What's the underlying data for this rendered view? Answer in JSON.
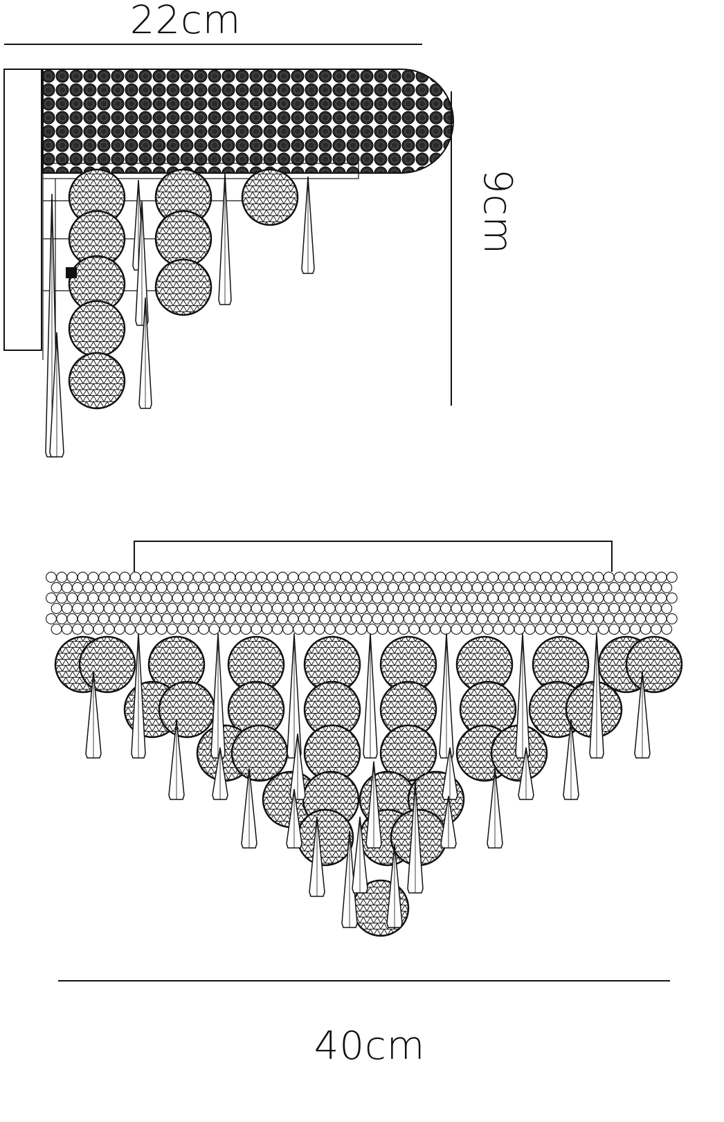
{
  "dimensions": {
    "depth": "22cm",
    "height": "9cm",
    "width": "40cm"
  },
  "colors": {
    "line": "#111111",
    "background": "#ffffff"
  }
}
